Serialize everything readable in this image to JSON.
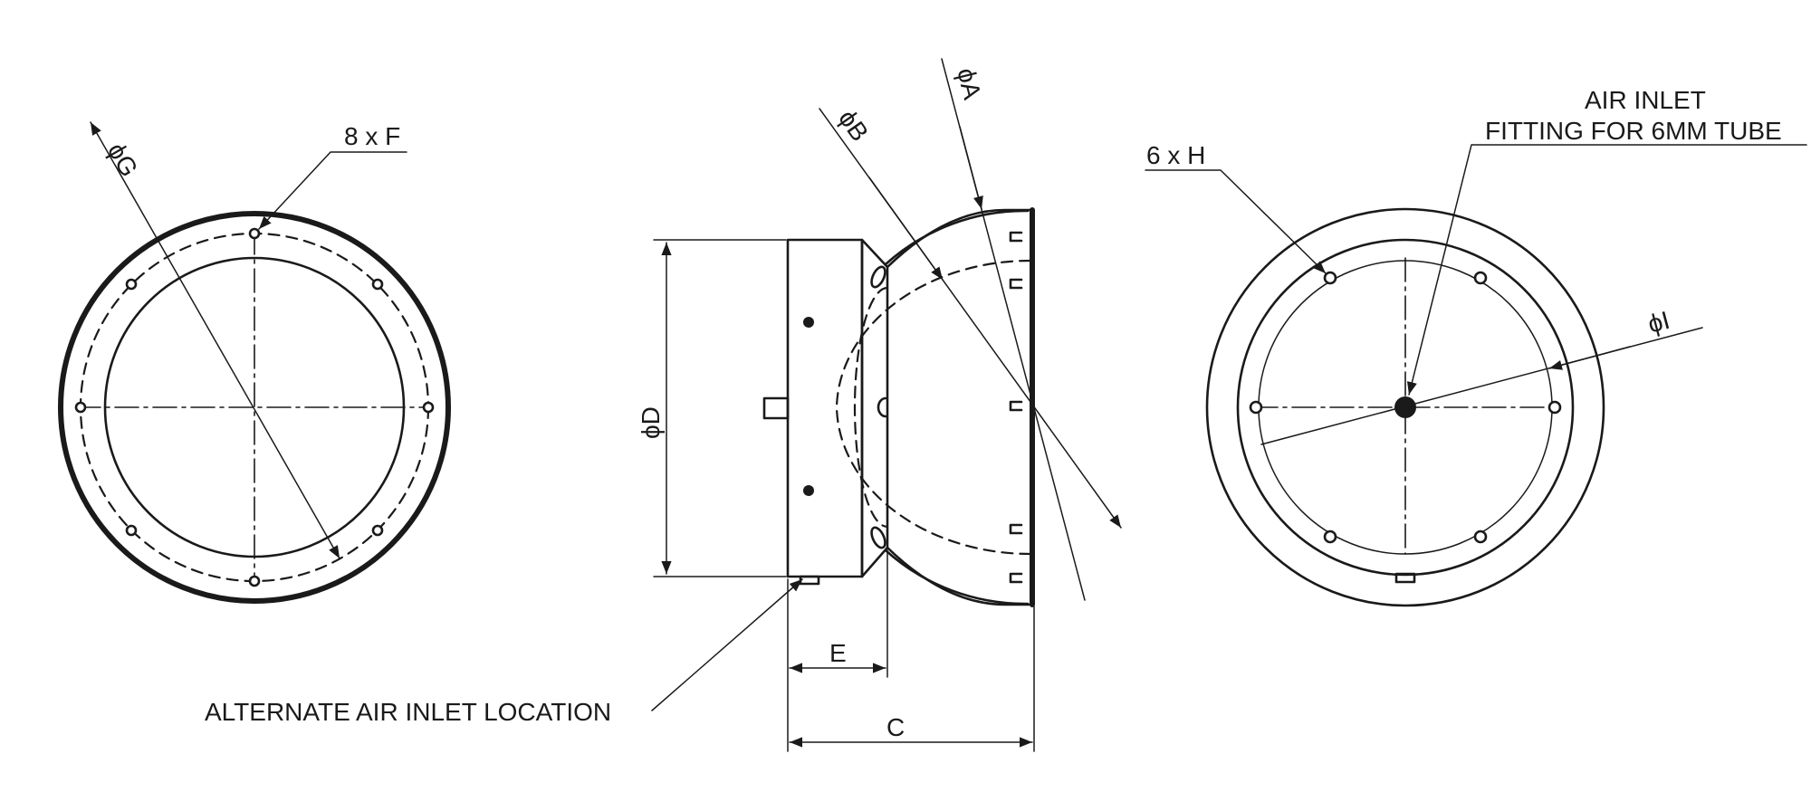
{
  "labels": {
    "dia_g": "ϕG",
    "holes_f": "8 x F",
    "dia_b": "ϕB",
    "dia_a": "ϕA",
    "dia_d": "ϕD",
    "dim_e": "E",
    "dim_c": "C",
    "alternate_inlet": "ALTERNATE AIR INLET LOCATION",
    "air_inlet_1": "AIR INLET",
    "air_inlet_2": "FITTING FOR 6MM TUBE",
    "holes_h": "6 x H",
    "dia_i": "ϕI"
  },
  "colors": {
    "line": "#1a1a1a",
    "background": "#ffffff"
  }
}
